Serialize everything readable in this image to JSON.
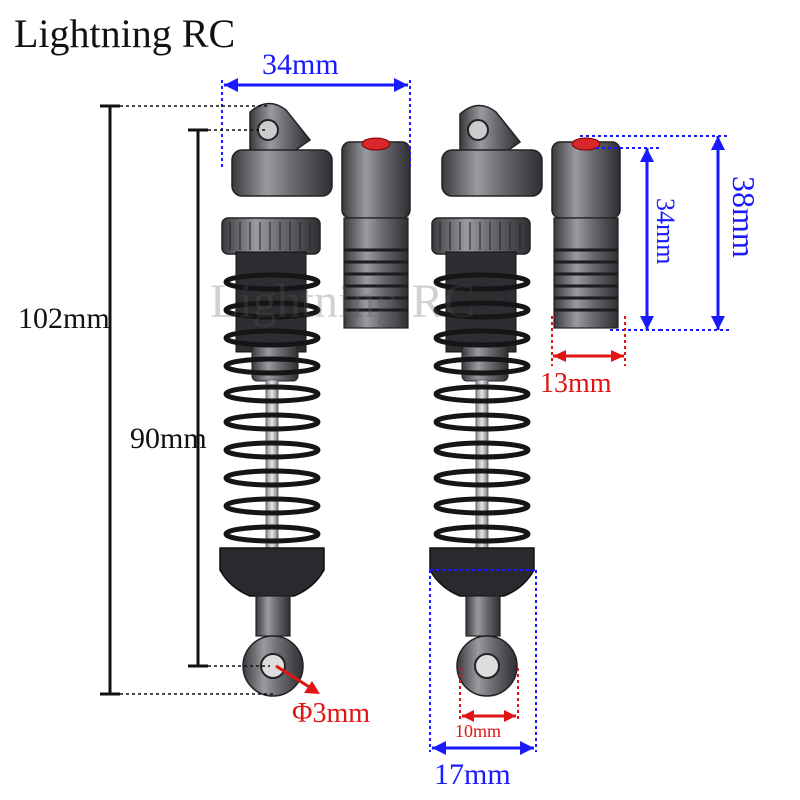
{
  "brand": "Lightning RC",
  "watermark": "Lightning RC",
  "dimensions": {
    "width_top": "34mm",
    "total_length": "102mm",
    "body_length": "90mm",
    "rod_end_diameter": "Φ3mm",
    "reservoir_length": "34mm",
    "reservoir_total": "38mm",
    "reservoir_diameter": "13mm",
    "rod_end_width": "10mm",
    "bottom_width": "17mm"
  },
  "colors": {
    "metal": "#6e6e72",
    "metal_dark": "#3c3c40",
    "spring": "#151515",
    "cap_red": "#d8262a",
    "dim_blue": "#1a1aff",
    "dim_red": "#e01414"
  }
}
